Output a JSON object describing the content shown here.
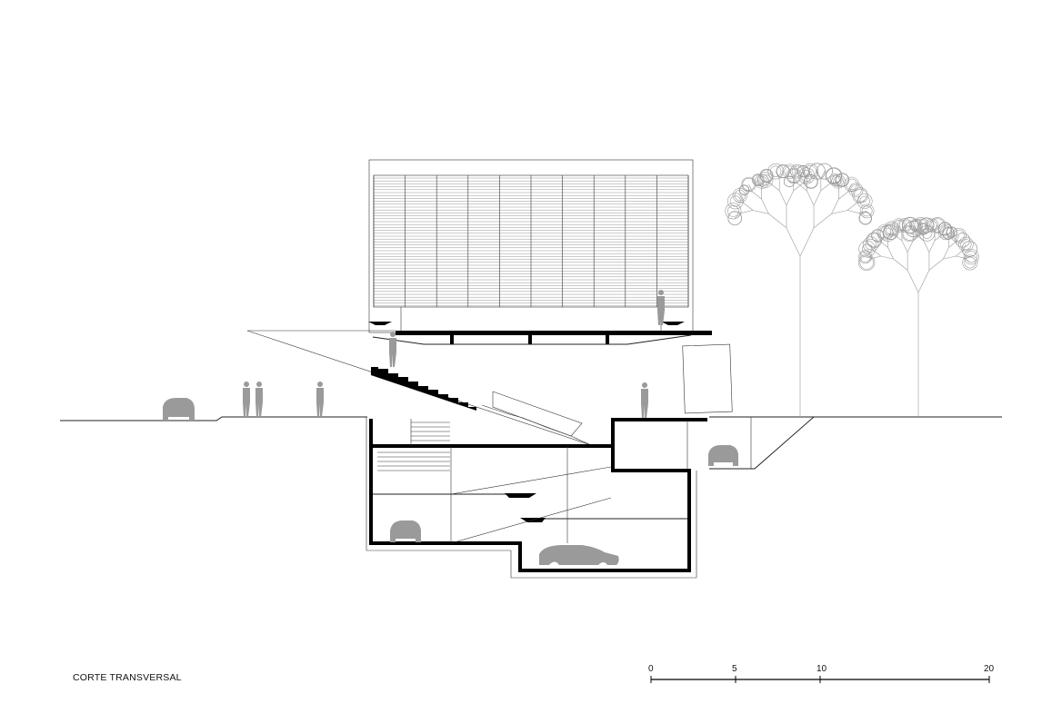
{
  "title": "CORTE TRANSVERSAL",
  "scale_bar": {
    "ticks": [
      "0",
      "5",
      "10",
      "20"
    ],
    "values": [
      0,
      5,
      10,
      20
    ]
  },
  "colors": {
    "line": "#000000",
    "figure": "#9a9a9a",
    "background": "#ffffff"
  },
  "icons": [
    "car-icon",
    "person-icon",
    "tree-icon"
  ]
}
